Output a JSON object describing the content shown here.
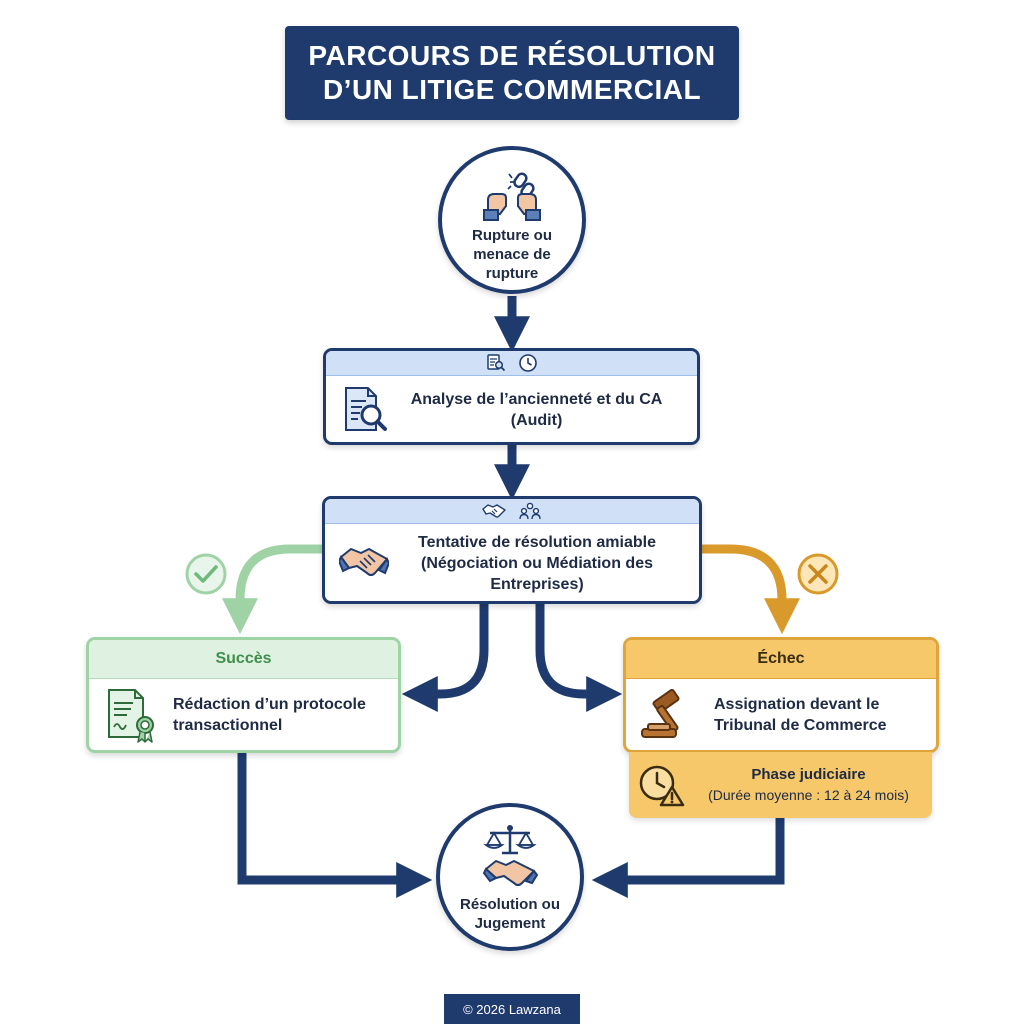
{
  "title": {
    "line1": "PARCOURS DE RÉSOLUTION",
    "line2": "D’UN LITIGE COMMERCIAL"
  },
  "nodes": {
    "start": {
      "label": "Rupture ou\nmenace de\nrupture",
      "icon": "broken-chain-hands-icon"
    },
    "audit": {
      "label": "Analyse de l’ancienneté et du CA\n(Audit)",
      "icon": "document-magnifier-icon",
      "band_icons": [
        "document-search-icon",
        "clock-icon"
      ]
    },
    "amiable": {
      "label": "Tentative de résolution amiable\n(Négociation ou Médiation des\nEntreprises)",
      "icon": "handshake-icon",
      "band_icons": [
        "handshake-icon",
        "people-icon"
      ]
    },
    "success": {
      "header": "Succès",
      "label": "Rédaction d’un protocole\ntransactionnel",
      "icon": "certificate-icon",
      "status_icon": "check-circle-icon"
    },
    "failure": {
      "header": "Échec",
      "label": "Assignation devant le\nTribunal de Commerce",
      "icon": "gavel-icon",
      "status_icon": "x-circle-icon"
    },
    "phase": {
      "title": "Phase judiciaire",
      "duration": "(Durée moyenne : 12 à 24 mois)",
      "icon": "clock-warning-icon"
    },
    "end": {
      "label": "Résolution ou\nJugement",
      "icon": "scales-handshake-icon"
    }
  },
  "colors": {
    "navy": "#1f3b6e",
    "light_blue": "#cfe0f7",
    "green": "#9fd3a6",
    "green_light": "#dff1e1",
    "orange": "#e0a53a",
    "orange_light": "#f6c86a"
  },
  "footer": {
    "text": "© 2026 Lawzana"
  }
}
